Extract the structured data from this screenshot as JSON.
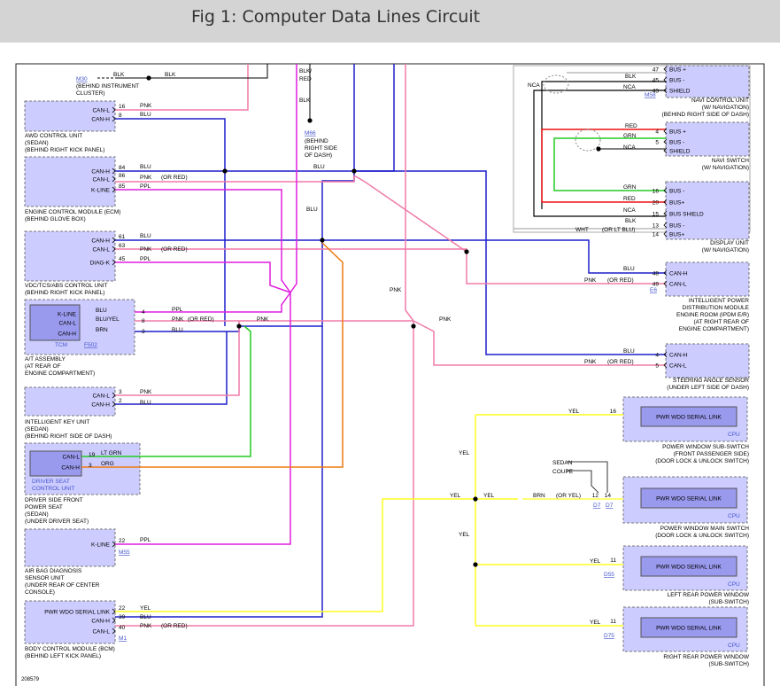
{
  "title": "Fig 1: Computer Data Lines Circuit",
  "diagram_id": "208579",
  "colors": {
    "blue": "#1f1fcc",
    "pink": "#f07aa8",
    "magenta": "#e01ee0",
    "green": "#22cc22",
    "red": "#ee1111",
    "orange": "#ee7a11",
    "yellow": "#ffff22",
    "black": "#000000",
    "grey": "#999999",
    "box_fill": "#ccccff",
    "box_stroke": "#777777",
    "label": "#000000",
    "connector": "#4455cc"
  },
  "components": [
    {
      "id": "m30",
      "connector": "M30",
      "caption": [
        "(BEHIND INSTRUMENT",
        "CLUSTER)"
      ]
    },
    {
      "id": "m66",
      "connector": "M66",
      "caption": [
        "(BEHIND",
        "RIGHT SIDE",
        "OF DASH)"
      ]
    },
    {
      "id": "awd",
      "caption": [
        "AWD CONTROL UNIT",
        "(SEDAN)",
        "(BEHIND RIGHT KICK PANEL)"
      ],
      "pins": [
        {
          "label": "CAN-L",
          "num": "16"
        },
        {
          "label": "CAN-H",
          "num": "8"
        }
      ]
    },
    {
      "id": "ecm",
      "caption": [
        "ENGINE CONTROL MODULE (ECM)",
        "(BEHIND GLOVE BOX)"
      ],
      "pins": [
        {
          "label": "CAN-H",
          "num": "84"
        },
        {
          "label": "CAN-L",
          "num": "86"
        },
        {
          "label": "K-LINE",
          "num": "85"
        }
      ]
    },
    {
      "id": "vdc",
      "caption": [
        "VDC/TCS/ABS CONTROL UNIT",
        "(BEHIND RIGHT KICK PANEL)"
      ],
      "pins": [
        {
          "label": "CAN-H",
          "num": "61"
        },
        {
          "label": "CAN-L",
          "num": "63"
        },
        {
          "label": "DIAG-K",
          "num": "45"
        }
      ]
    },
    {
      "id": "tcm",
      "inner": "TCM",
      "connector": "F502",
      "caption": [
        "A/T ASSEMBLY",
        "(AT REAR OF",
        "ENGINE COMPARTMENT)"
      ],
      "pins": [
        {
          "label": "K-LINE",
          "num": "4"
        },
        {
          "label": "CAN-L",
          "num": "8"
        },
        {
          "label": "CAN-H",
          "num": "3"
        }
      ]
    },
    {
      "id": "ikey",
      "caption": [
        "INTELLIGENT KEY UNIT",
        "(SEDAN)",
        "(BEHIND RIGHT SIDE OF DASH)"
      ],
      "pins": [
        {
          "label": "CAN-L",
          "num": "3"
        },
        {
          "label": "CAN-H",
          "num": "2"
        }
      ]
    },
    {
      "id": "dseat",
      "inner": "DRIVER SEAT CONTROL UNIT",
      "caption": [
        "DRIVER SIDE FRONT",
        "POWER SEAT",
        "(SEDAN)",
        "(UNDER DRIVER SEAT)"
      ],
      "pins": [
        {
          "label": "CAN-L",
          "num": "19"
        },
        {
          "label": "CAN-H",
          "num": "3"
        }
      ]
    },
    {
      "id": "airbag",
      "connector": "M55",
      "caption": [
        "AIR BAG DIAGNOSIS",
        "SENSOR UNIT",
        "(UNDER REAR OF CENTER",
        "CONSOLE)"
      ],
      "pins": [
        {
          "label": "K-LINE",
          "num": "22"
        }
      ]
    },
    {
      "id": "bcm",
      "connector": "M1",
      "caption": [
        "BODY CONTROL MODULE (BCM)",
        "(BEHIND LEFT KICK PANEL)"
      ],
      "pins": [
        {
          "label": "PWR WDO SERIAL LINK",
          "num": "22"
        },
        {
          "label": "CAN-H",
          "num": "39"
        },
        {
          "label": "CAN-L",
          "num": "40"
        }
      ]
    },
    {
      "id": "navi_cu",
      "connector": "M58",
      "caption": [
        "NAVI CONTROL UNIT",
        "(W/ NAVIGATION)",
        "(BEHIND RIGHT SIDE OF DASH)"
      ],
      "pins": [
        {
          "label": "BUS +",
          "num": "47"
        },
        {
          "label": "BUS -",
          "num": "45"
        },
        {
          "label": "SHIELD",
          "num": "43"
        }
      ]
    },
    {
      "id": "navi_sw",
      "caption": [
        "NAVI SWITCH",
        "(W/ NAVIGATION)"
      ],
      "pins": [
        {
          "label": "BUS +",
          "num": "4"
        },
        {
          "label": "BUS -",
          "num": "5"
        },
        {
          "label": "SHIELD",
          "num": ""
        }
      ]
    },
    {
      "id": "display",
      "caption": [
        "DISPLAY UNIT",
        "(W/ NAVIGATION)"
      ],
      "pins": [
        {
          "label": "BUS -",
          "num": "16"
        },
        {
          "label": "BUS+",
          "num": "20"
        },
        {
          "label": "BUS SHIELD",
          "num": "15"
        },
        {
          "label": "BUS -",
          "num": "13"
        },
        {
          "label": "BUS+",
          "num": "14"
        }
      ]
    },
    {
      "id": "ipdm",
      "connector": "E6",
      "caption": [
        "INTELLIGENT POWER",
        "DISTRIBUTION MODULE",
        "ENGINE ROOM (IPDM E/R)",
        "(AT RIGHT REAR OF",
        "ENGINE COMPARTMENT)"
      ],
      "pins": [
        {
          "label": "CAN-H",
          "num": "48"
        },
        {
          "label": "CAN-L",
          "num": "49"
        }
      ]
    },
    {
      "id": "steer",
      "caption": [
        "STEERING ANGLE SENSOR",
        "(UNDER LEFT SIDE OF DASH)"
      ],
      "pins": [
        {
          "label": "CAN-H",
          "num": "4"
        },
        {
          "label": "CAN-L",
          "num": "5"
        }
      ]
    },
    {
      "id": "pw_sub",
      "inner": "PWR WDO SERIAL LINK",
      "cpu": "CPU",
      "caption": [
        "POWER WINDOW SUB-SWITCH",
        "(FRONT PASSENGER SIDE)",
        "(DOOR LOCK & UNLOCK SWITCH)"
      ],
      "pins": [
        {
          "label": "",
          "num": "16"
        }
      ]
    },
    {
      "id": "pw_main",
      "inner": "PWR WDO SERIAL LINK",
      "cpu": "CPU",
      "caption": [
        "POWER WINDOW MAIN SWITCH",
        "(DOOR LOCK & UNLOCK SWITCH)"
      ],
      "pins": [
        {
          "label": "",
          "num": "12"
        },
        {
          "label": "",
          "num": "14"
        }
      ],
      "connectors": [
        "D7",
        "D7"
      ]
    },
    {
      "id": "lr_pw",
      "inner": "PWR WDO SERIAL LINK",
      "cpu": "CPU",
      "connector": "D55",
      "caption": [
        "LEFT REAR POWER WINDOW",
        "(SUB-SWITCH)"
      ],
      "pins": [
        {
          "label": "",
          "num": "11"
        }
      ]
    },
    {
      "id": "rr_pw",
      "inner": "PWR WDO SERIAL LINK",
      "cpu": "CPU",
      "connector": "D75",
      "caption": [
        "RIGHT REAR POWER WINDOW",
        "(SUB-SWITCH)"
      ],
      "pins": [
        {
          "label": "",
          "num": "11"
        }
      ]
    }
  ],
  "wire_labels": [
    {
      "id": "w1",
      "text": "BLK"
    },
    {
      "id": "w2",
      "text": "BLK"
    },
    {
      "id": "w3",
      "text": "BLK/"
    },
    {
      "id": "w4",
      "text": "RED"
    },
    {
      "id": "w5",
      "text": "BLK"
    },
    {
      "id": "w6",
      "text": "PNK"
    },
    {
      "id": "w7",
      "text": "BLU"
    },
    {
      "id": "w8",
      "text": "BLU"
    },
    {
      "id": "w9",
      "text": "PNK"
    },
    {
      "id": "w10",
      "text": "(OR RED)"
    },
    {
      "id": "w11",
      "text": "PPL"
    },
    {
      "id": "w12",
      "text": "BLU"
    },
    {
      "id": "w13",
      "text": "BLU"
    },
    {
      "id": "w14",
      "text": "BLU"
    },
    {
      "id": "w15",
      "text": "PNK"
    },
    {
      "id": "w16",
      "text": "(OR RED)"
    },
    {
      "id": "w17",
      "text": "PPL"
    },
    {
      "id": "w18",
      "text": "PNK"
    },
    {
      "id": "w19",
      "text": "BLU"
    },
    {
      "id": "w20",
      "text": "BLU/YEL"
    },
    {
      "id": "w21",
      "text": "BRN"
    },
    {
      "id": "w22",
      "text": "PPL"
    },
    {
      "id": "w23",
      "text": "PNK"
    },
    {
      "id": "w24",
      "text": "(OR RED)"
    },
    {
      "id": "w25",
      "text": "BLU"
    },
    {
      "id": "w26",
      "text": "PNK"
    },
    {
      "id": "w27",
      "text": "PNK"
    },
    {
      "id": "w28",
      "text": "PNK"
    },
    {
      "id": "w29",
      "text": "BLU"
    },
    {
      "id": "w30",
      "text": "LT GRN"
    },
    {
      "id": "w31",
      "text": "ORG"
    },
    {
      "id": "w32",
      "text": "PPL"
    },
    {
      "id": "w33",
      "text": "YEL"
    },
    {
      "id": "w34",
      "text": "BLU"
    },
    {
      "id": "w35",
      "text": "PNK"
    },
    {
      "id": "w36",
      "text": "(OR RED)"
    },
    {
      "id": "w37",
      "text": "NCA"
    },
    {
      "id": "w38",
      "text": "BLK"
    },
    {
      "id": "w39",
      "text": "NCA"
    },
    {
      "id": "w40",
      "text": "RED"
    },
    {
      "id": "w41",
      "text": "GRN"
    },
    {
      "id": "w42",
      "text": "NCA"
    },
    {
      "id": "w43",
      "text": "GRN"
    },
    {
      "id": "w44",
      "text": "RED"
    },
    {
      "id": "w45",
      "text": "NCA"
    },
    {
      "id": "w46",
      "text": "BLK"
    },
    {
      "id": "w47",
      "text": "WHT"
    },
    {
      "id": "w48",
      "text": "(OR LT BLU)"
    },
    {
      "id": "w49",
      "text": "BLU"
    },
    {
      "id": "w50",
      "text": "PNK"
    },
    {
      "id": "w51",
      "text": "(OR RED)"
    },
    {
      "id": "w52",
      "text": "BLU"
    },
    {
      "id": "w53",
      "text": "PNK"
    },
    {
      "id": "w54",
      "text": "(OR RED)"
    },
    {
      "id": "w55",
      "text": "YEL"
    },
    {
      "id": "w56",
      "text": "YEL"
    },
    {
      "id": "w57",
      "text": "YEL"
    },
    {
      "id": "w58",
      "text": "YEL"
    },
    {
      "id": "w59",
      "text": "BRN"
    },
    {
      "id": "w60",
      "text": "(OR YEL)"
    },
    {
      "id": "w61",
      "text": "SEDAN"
    },
    {
      "id": "w62",
      "text": "COUPE"
    },
    {
      "id": "w63",
      "text": "YEL"
    },
    {
      "id": "w64",
      "text": "YEL"
    },
    {
      "id": "w65",
      "text": "YEL"
    },
    {
      "id": "w66",
      "text": "YEL"
    }
  ]
}
